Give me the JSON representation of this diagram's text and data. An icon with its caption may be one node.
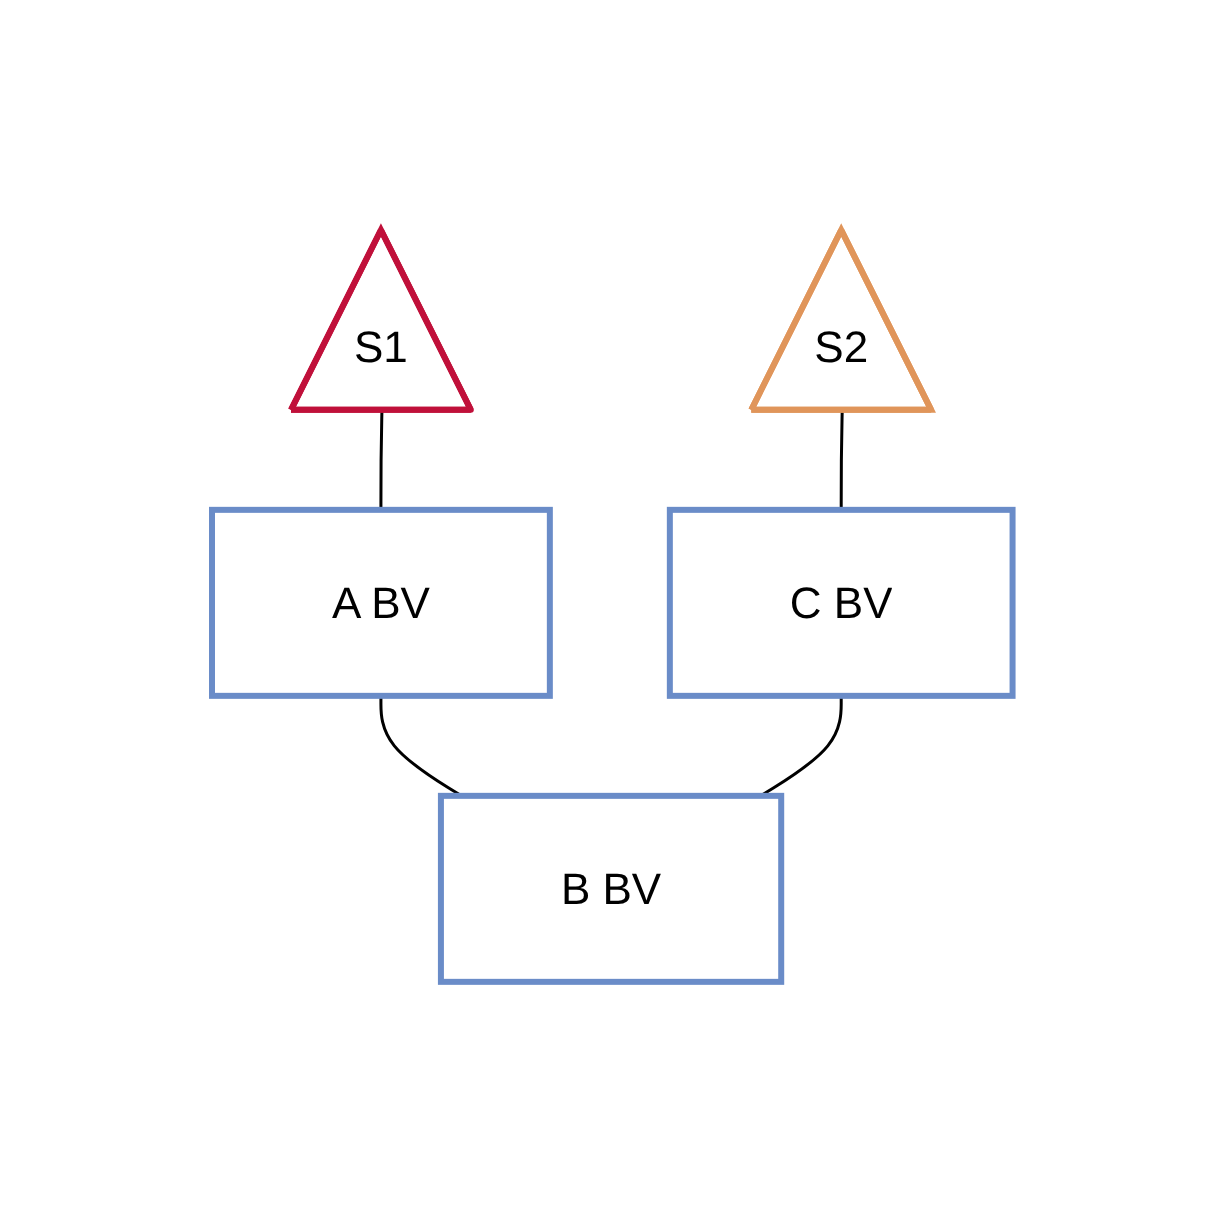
{
  "diagram": {
    "nodes": [
      {
        "text": [
          "S1"
        ]
      },
      {
        "text": [
          "S2"
        ]
      },
      {
        "text": [
          "A BV"
        ]
      },
      {
        "text": [
          "C BV"
        ]
      },
      {
        "text": [
          "B BV"
        ]
      }
    ],
    "edges": [
      {
        "from": 0,
        "to": 2,
        "arrow": "none"
      },
      {
        "from": 1,
        "to": 3,
        "arrow": "none"
      },
      {
        "from": 2,
        "to": 4,
        "arrow": "none"
      },
      {
        "from": 3,
        "to": 4,
        "arrow": "none"
      }
    ]
  }
}
